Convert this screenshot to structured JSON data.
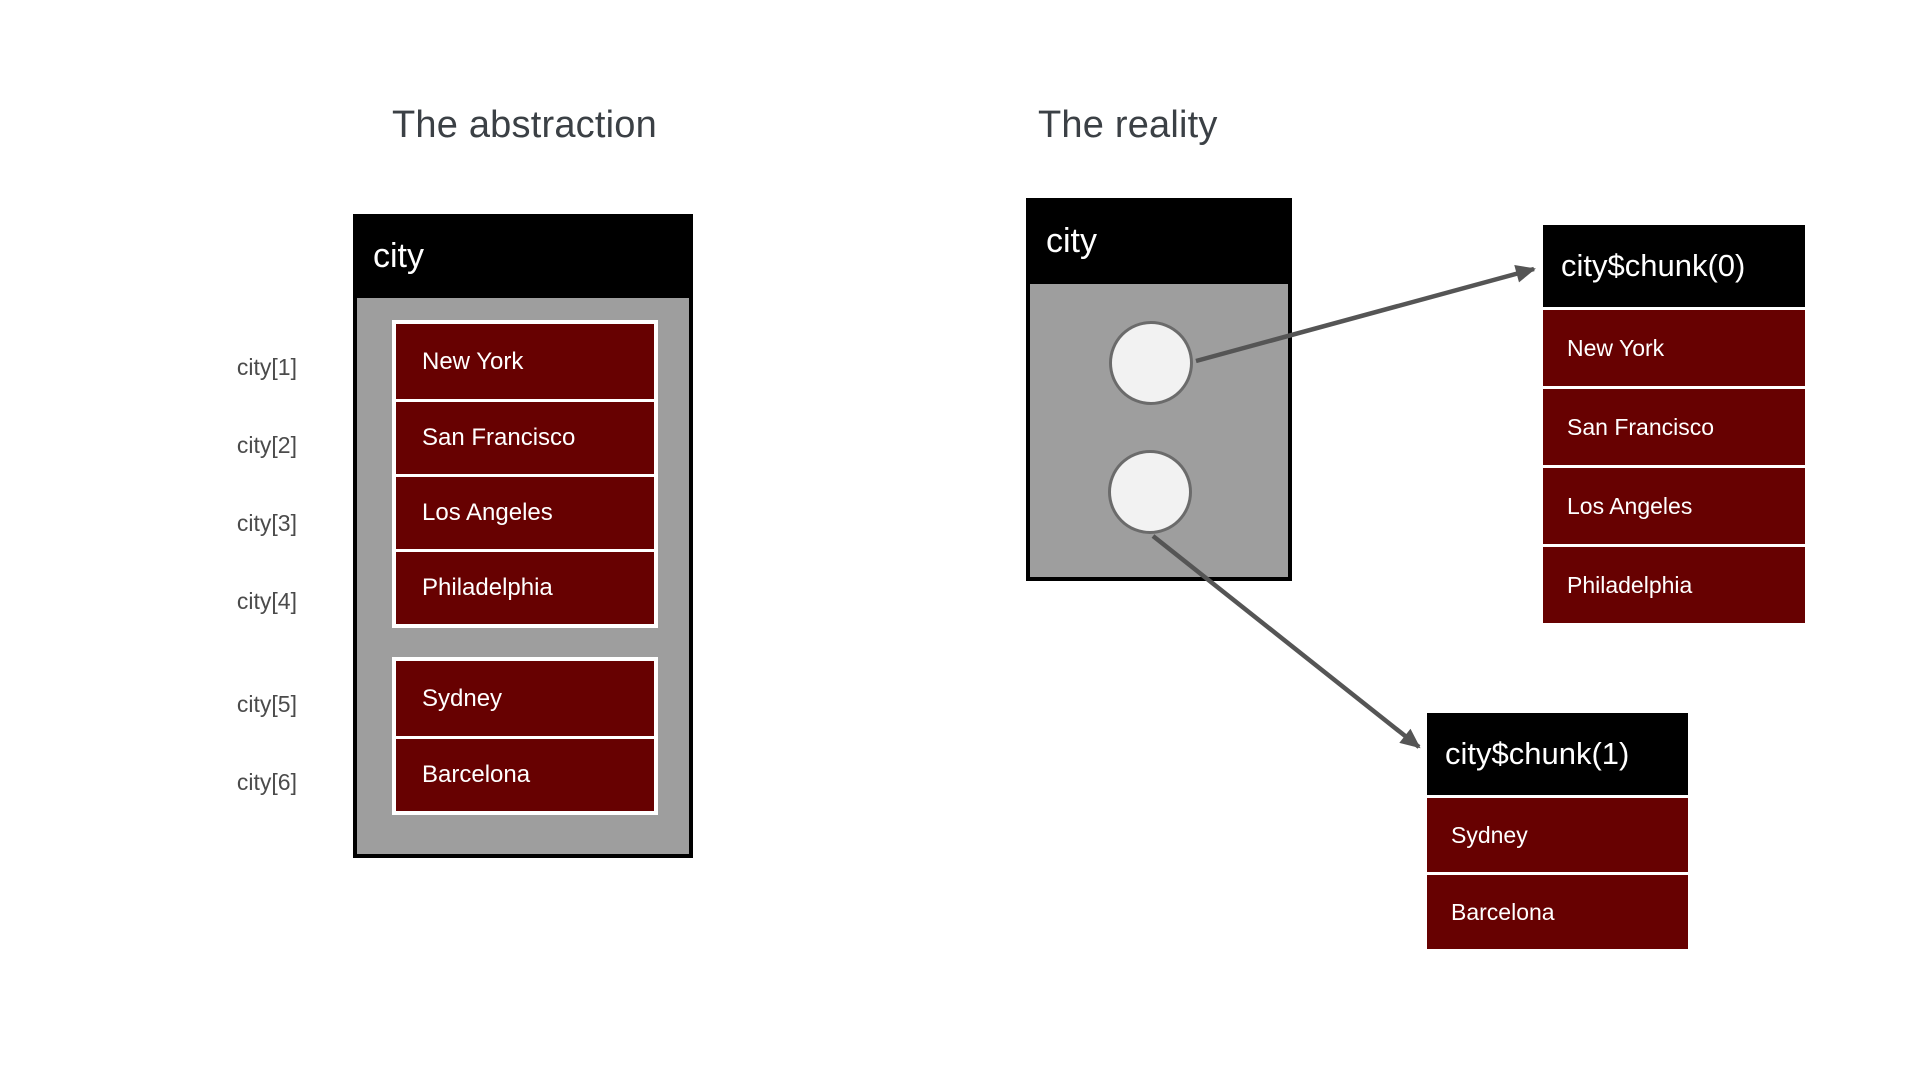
{
  "titles": {
    "abstraction": "The abstraction",
    "reality": "The reality"
  },
  "abstraction": {
    "box_header": "city",
    "index_labels": [
      "city[1]",
      "city[2]",
      "city[3]",
      "city[4]",
      "city[5]",
      "city[6]"
    ],
    "chunk1_cells": [
      "New York",
      "San Francisco",
      "Los Angeles",
      "Philadelphia"
    ],
    "chunk2_cells": [
      "Sydney",
      "Barcelona"
    ]
  },
  "reality": {
    "box_header": "city",
    "pointer_count": 2,
    "chunk_tables": [
      {
        "title": "city$chunk(0)",
        "cells": [
          "New York",
          "San Francisco",
          "Los Angeles",
          "Philadelphia"
        ]
      },
      {
        "title": "city$chunk(1)",
        "cells": [
          "Sydney",
          "Barcelona"
        ]
      }
    ]
  },
  "colors": {
    "cell_red": "#670101",
    "container_gray": "#9e9e9e",
    "header_black": "#000000",
    "arrow_gray": "#555555",
    "pointer_circle_fill": "#f2f2f2",
    "title_text": "#3b4045",
    "label_text": "#4b4b4b",
    "background": "#ffffff"
  }
}
